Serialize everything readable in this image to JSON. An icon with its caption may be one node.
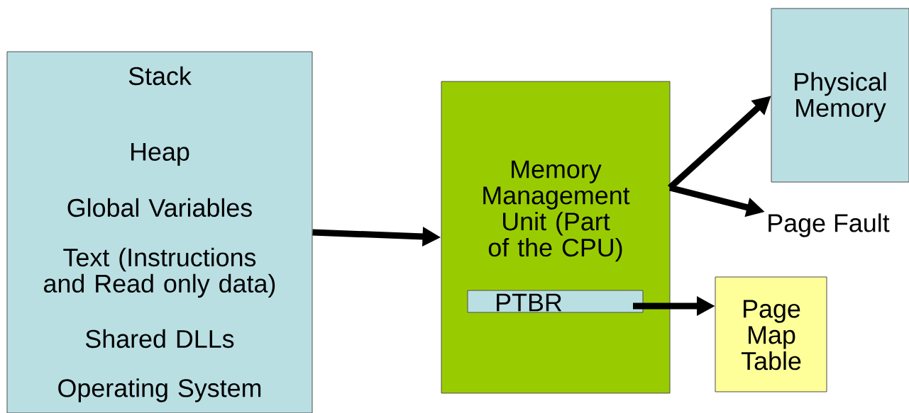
{
  "diagram": {
    "nodes": [
      {
        "text": [
          "Stack",
          "Heap",
          "Global Variables",
          "Text (Instructions and Read only data)",
          "Shared DLLs",
          "Operating System"
        ]
      },
      {
        "text": [
          "Memory Management Unit (Part of the CPU)"
        ]
      },
      {
        "text": [
          "PTBR"
        ],
        "in": 1
      },
      {
        "text": [
          "Physical Memory"
        ]
      },
      {
        "text": [
          "Page Fault"
        ]
      },
      {
        "text": [
          "Page Map Table"
        ]
      }
    ],
    "edges": [
      {
        "from": 0,
        "to": 1,
        "arrow": "to"
      },
      {
        "from": 1,
        "to": 3,
        "arrow": "to"
      },
      {
        "from": 1,
        "to": 4,
        "arrow": "to"
      },
      {
        "from": 2,
        "to": 5,
        "arrow": "to"
      }
    ]
  }
}
